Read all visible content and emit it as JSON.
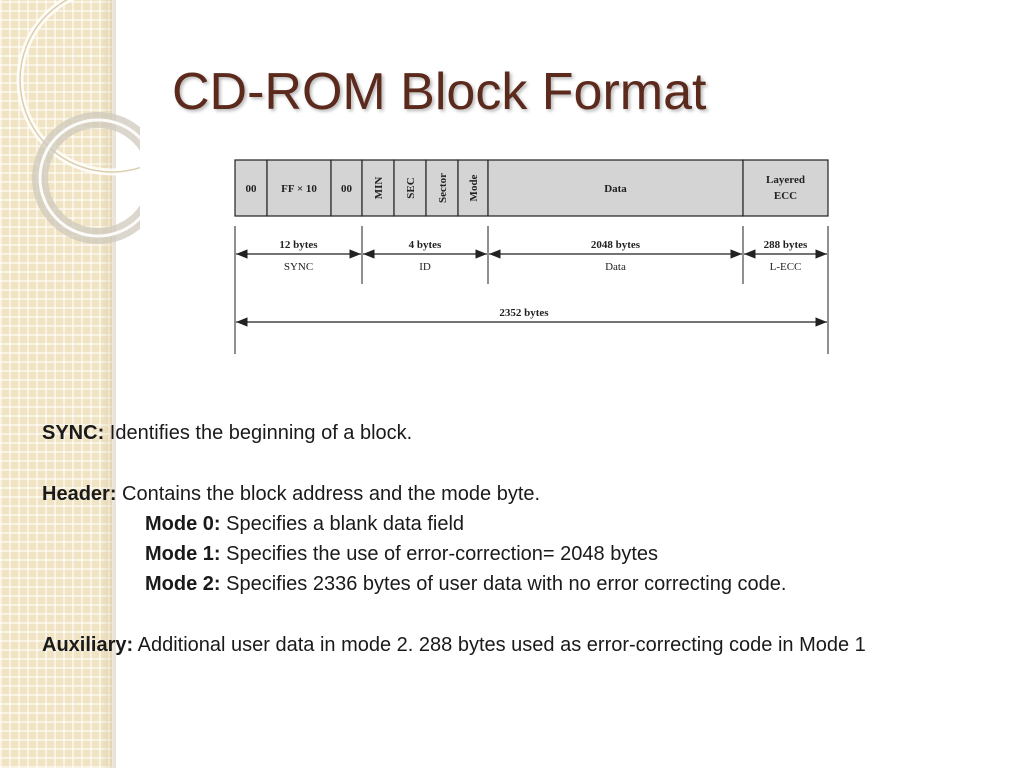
{
  "slide": {
    "title": "CD-ROM Block Format"
  },
  "diagram": {
    "cells": [
      "00",
      "FF × 10",
      "00",
      "MIN",
      "SEC",
      "Sector",
      "Mode",
      "Data"
    ],
    "layered_ecc": [
      "Layered",
      "ECC"
    ],
    "spans": [
      {
        "size": "12 bytes",
        "name": "SYNC"
      },
      {
        "size": "4 bytes",
        "name": "ID"
      },
      {
        "size": "2048 bytes",
        "name": "Data"
      },
      {
        "size": "288 bytes",
        "name": "L-ECC"
      }
    ],
    "total": "2352 bytes",
    "colors": {
      "cell_fill": "#d4d4d4",
      "stroke": "#222222",
      "title": "#5b2a1c"
    }
  },
  "notes": {
    "sync": {
      "term": "SYNC:",
      "text": "Identifies the beginning of a block."
    },
    "header": {
      "term": "Header:",
      "text": "Contains the block address and the mode byte."
    },
    "mode0": {
      "term": "Mode 0:",
      "text": "Specifies a blank data field"
    },
    "mode1": {
      "term": "Mode 1:",
      "text": "Specifies the use of error-correction= 2048 bytes"
    },
    "mode2": {
      "term": "Mode 2:",
      "text": "Specifies 2336 bytes of user data with no error correcting code."
    },
    "auxiliary": {
      "term": "Auxiliary:",
      "text": "Additional user data in mode 2. 288 bytes used as error-correcting code in Mode 1"
    }
  }
}
